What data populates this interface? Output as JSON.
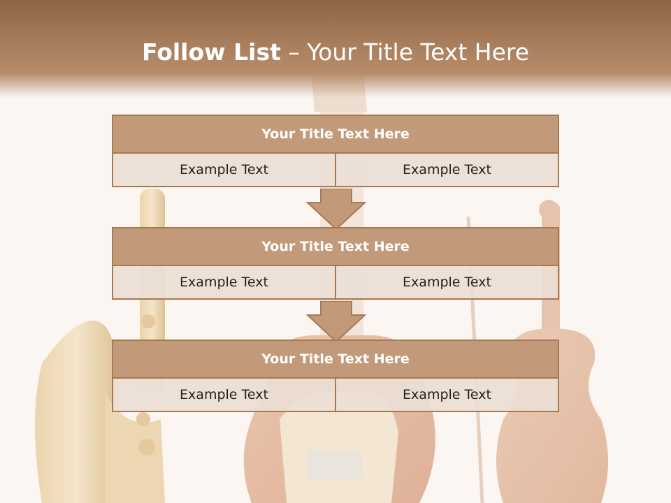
{
  "slide": {
    "title_bold": "Follow List",
    "title_rest": " – Your Title Text Here"
  },
  "blocks": [
    {
      "title": "Your Title Text Here",
      "left": "Example Text",
      "right": "Example Text"
    },
    {
      "title": "Your Title Text Here",
      "left": "Example Text",
      "right": "Example Text"
    },
    {
      "title": "Your Title Text Here",
      "left": "Example Text",
      "right": "Example Text"
    }
  ],
  "colors": {
    "header": "#9c7152",
    "title_cell": "#c29a7a",
    "border": "#a8784f",
    "body_cell": "#ecded5",
    "arrow": "#c29a7a"
  }
}
